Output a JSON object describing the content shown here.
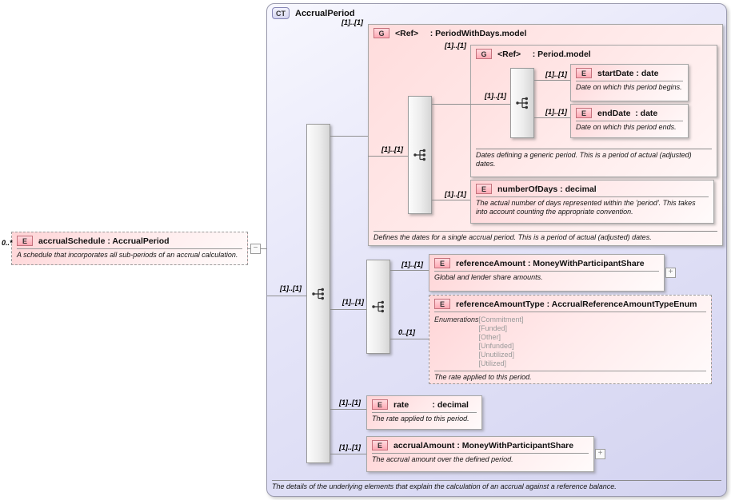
{
  "diagram": {
    "complex_type": {
      "badge": "CT",
      "title": "AccrualPeriod",
      "annotation": "The details of the underlying elements that explain the calculation of an accrual against a reference balance."
    },
    "schedule_element": {
      "badge": "E",
      "multiplicity": "0..*",
      "label": "accrualSchedule : AccrualPeriod",
      "annotation": "A schedule that incorporates all sub-periods of an accrual calculation.",
      "collapse_symbol": "−"
    },
    "sequences": {
      "main": {
        "multiplicity": "[1]..[1]"
      },
      "period_with_days": {
        "multiplicity": "[1]..[1]"
      },
      "period": {
        "multiplicity": "[1]..[1]"
      },
      "reference": {
        "multiplicity": "[1]..[1]"
      }
    },
    "groups": {
      "period_with_days": {
        "badge": "G",
        "multiplicity": "[1]..[1]",
        "label": "<Ref>     : PeriodWithDays.model",
        "annotation": "Defines the dates for a single accrual period. This is a period of actual (adjusted) dates."
      },
      "period": {
        "badge": "G",
        "multiplicity": "[1]..[1]",
        "label": "<Ref>     : Period.model",
        "annotation": "Dates defining a generic period. This is a period of actual (adjusted) dates."
      }
    },
    "elements": {
      "start_date": {
        "badge": "E",
        "multiplicity": "[1]..[1]",
        "label": "startDate : date",
        "annotation": "Date on which this period begins."
      },
      "end_date": {
        "badge": "E",
        "multiplicity": "[1]..[1]",
        "label": "endDate  : date",
        "annotation": "Date on which this period ends."
      },
      "number_of_days": {
        "badge": "E",
        "multiplicity": "[1]..[1]",
        "label": "numberOfDays : decimal",
        "annotation": "The actual number of days represented within the 'period'. This takes into account counting the appropriate convention."
      },
      "reference_amount": {
        "badge": "E",
        "multiplicity": "[1]..[1]",
        "label": "referenceAmount : MoneyWithParticipantShare",
        "annotation": "Global and lender share amounts.",
        "expand_symbol": "+"
      },
      "reference_amount_type": {
        "badge": "E",
        "multiplicity": "0..[1]",
        "label": "referenceAmountType : AccrualReferenceAmountTypeEnum",
        "enumerations_label": "Enumerations",
        "enumerations": [
          "[Commitment]",
          "[Funded]",
          "[Other]",
          "[Unfunded]",
          "[Unutilized]",
          "[Utilized]"
        ],
        "annotation": "The rate applied to this period."
      },
      "rate": {
        "badge": "E",
        "multiplicity": "[1]..[1]",
        "label": "rate          : decimal",
        "annotation": "The rate applied to this period."
      },
      "accrual_amount": {
        "badge": "E",
        "multiplicity": "[1]..[1]",
        "label": "accrualAmount : MoneyWithParticipantShare",
        "annotation": "The accrual amount over the defined period.",
        "expand_symbol": "+"
      }
    },
    "colors": {
      "element_fill": "#ffd4d6",
      "element_border": "#a6a6a6",
      "badge_pink_border": "#c4717c",
      "ct_fill": "#d3d3f0",
      "ct_badge_border": "#8585b5",
      "connector_line": "#8f8f8f",
      "enum_text": "#9a9a9a"
    }
  }
}
